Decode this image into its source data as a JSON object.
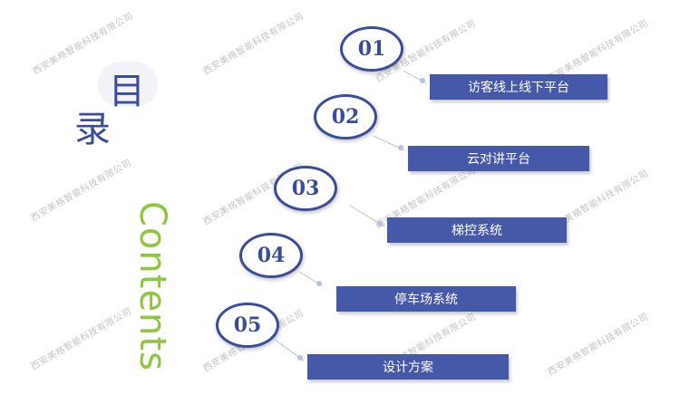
{
  "title": {
    "char1": "目",
    "char2": "录",
    "contents": "Contents"
  },
  "watermark": "西安美格智能科技有限公司",
  "colors": {
    "accent": "#3b4d9a",
    "bar": "#4559a8",
    "contents_green": "#8ec63f"
  },
  "items": [
    {
      "number": "01",
      "label": "访客线上线下平台"
    },
    {
      "number": "02",
      "label": "云对讲平台"
    },
    {
      "number": "03",
      "label": "梯控系统"
    },
    {
      "number": "04",
      "label": "停车场系统"
    },
    {
      "number": "05",
      "label": "设计方案"
    }
  ]
}
